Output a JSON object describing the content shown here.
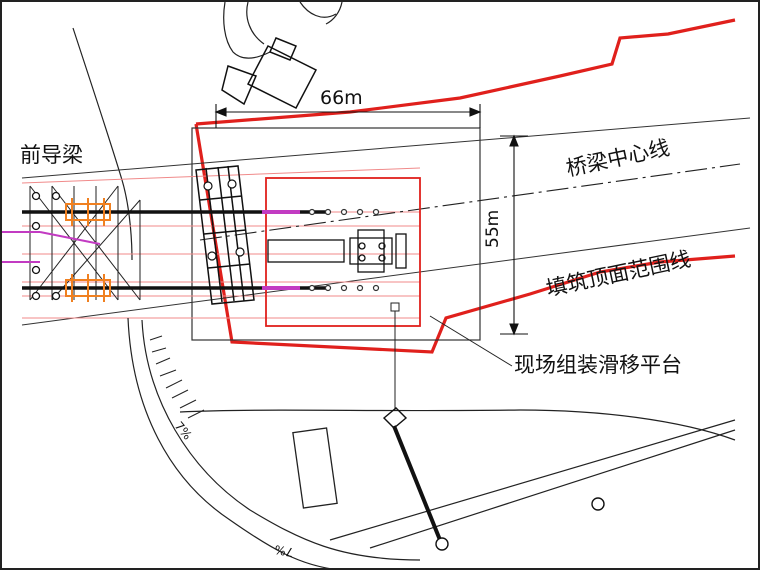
{
  "labels": {
    "front_guide_beam": "前导梁",
    "bridge_centerline": "桥梁中心线",
    "fill_top_boundary": "填筑顶面范围线",
    "assembly_platform": "现场组装滑移平台",
    "dim_width": "66m",
    "dim_height": "55m",
    "slope_upper": "7%",
    "slope_lower": "7%"
  },
  "colors": {
    "boundary_red": "#e0201c",
    "light_red": "#f08a8a",
    "line_dark": "#111111",
    "magenta": "#c23bc2",
    "orange": "#f08020",
    "background": "#ffffff"
  }
}
